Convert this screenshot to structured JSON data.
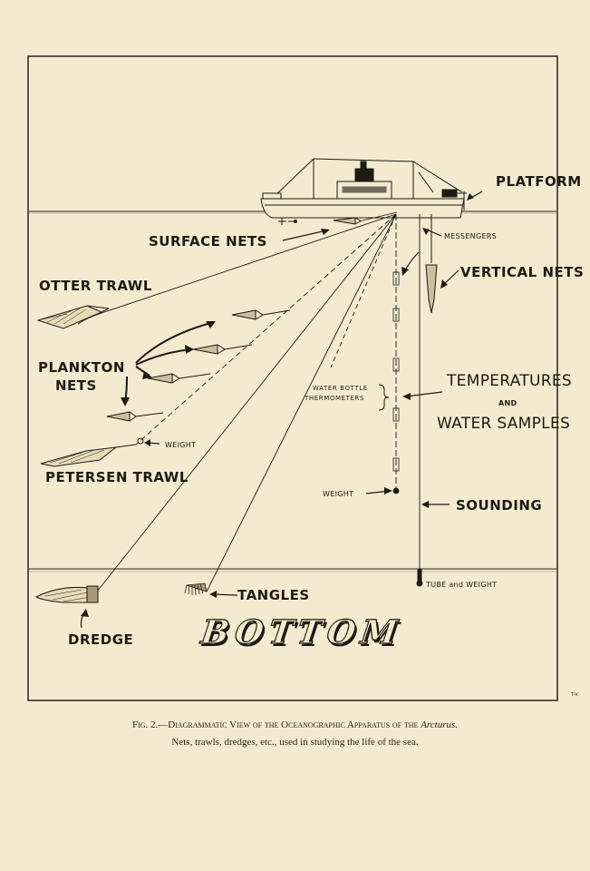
{
  "labels": {
    "platform": "PLATFORM",
    "surface_nets": "SURFACE NETS",
    "messengers": "MESSENGERS",
    "otter_trawl": "OTTER TRAWL",
    "vertical_nets": "VERTICAL NETS",
    "plankton_line1": "PLANKTON",
    "plankton_line2": "NETS",
    "water_bottle": "WATER BOTTLE",
    "thermometers": "THERMOMETERS",
    "temperatures": "TEMPERATURES",
    "and": "AND",
    "water_samples": "WATER SAMPLES",
    "weight_left": "WEIGHT",
    "petersen_trawl": "PETERSEN TRAWL",
    "weight_center": "WEIGHT",
    "sounding": "SOUNDING",
    "tube_and_weight": "TUBE and WEIGHT",
    "tangles": "TANGLES",
    "dredge": "DREDGE",
    "bottom": "BOTTOM",
    "initials": "T-V."
  },
  "caption": {
    "fig": "Fig. 2.",
    "title": "—Diagrammatic View of the Oceanographic Apparatus of the ",
    "ship": "Arcturus.",
    "line2": "Nets, trawls, dredges, etc., used in studying the life of the sea."
  }
}
